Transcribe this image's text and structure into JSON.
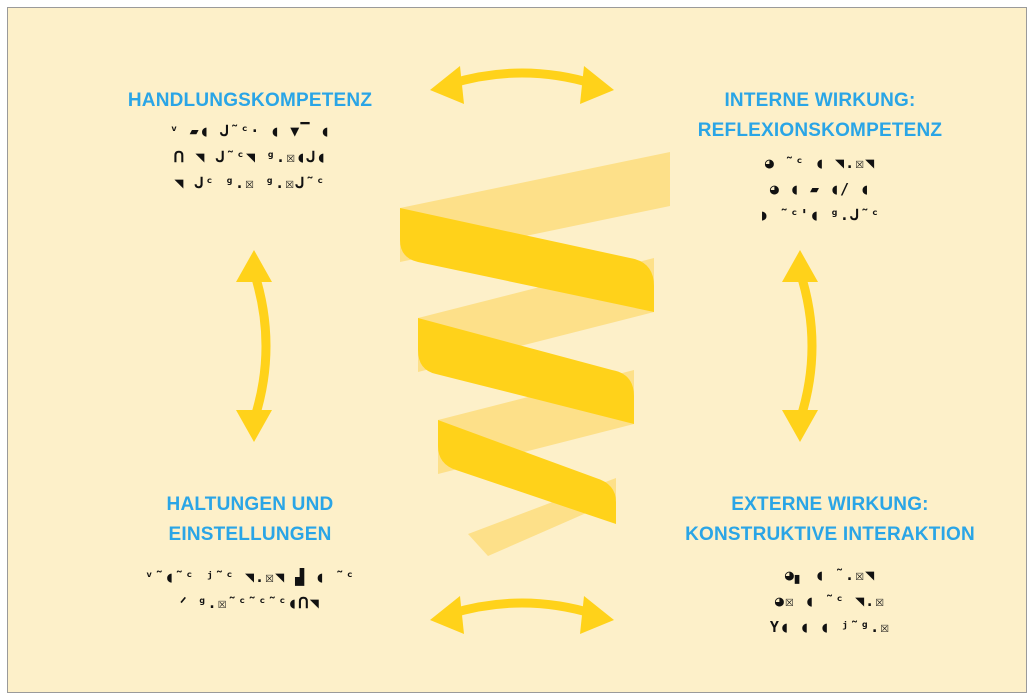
{
  "colors": {
    "background": "#fdf0c9",
    "heading": "#2aa5e6",
    "arrow": "#ffd21a",
    "spiral_front": "#ffd21a",
    "spiral_back": "#fde089"
  },
  "quadrants": {
    "top_left": {
      "heading": [
        "HANDLUNGSKOMPETENZ"
      ],
      "text": [
        "ᵛ ▰◖ ᒍ˜ᶜ·  ◖ ▼▔ ◖",
        "ᑎ  ◥ ᒍ˜ᶜ◥   ᵍ.☒◖ᒍ◖",
        "◥  ᒍᶜ   ᵍ.☒   ᵍ.☒ᒍ˜ᶜ"
      ]
    },
    "top_right": {
      "heading": [
        "INTERNE WIRKUNG:",
        "REFLEXIONSKOMPETENZ"
      ],
      "text": [
        "◕ ˜ᶜ ◖ ◥.☒◥",
        "◕ ◖ ▰  ◖/ ◖",
        "◗   ˜ᶜ'◖  ᵍ.ᒍ˜ᶜ"
      ]
    },
    "bottom_left": {
      "heading": [
        "HALTUNGEN UND",
        "EINSTELLUNGEN"
      ],
      "text": [
        "ᵛ˜◖˜ᶜ ʲ˜ᶜ ◥.☒◥ ▟ ◖ ˜ᶜ",
        "ᐟ ᵍ.☒˜ᶜ˜ᶜ˜ᶜ◖ᑎ◥"
      ]
    },
    "bottom_right": {
      "heading": [
        "EXTERNE WIRKUNG:",
        "KONSTRUKTIVE INTERAKTION"
      ],
      "text": [
        "◕▖ ◖ ˜.☒◥",
        "◕☒ ◖ ˜ᶜ ◥.☒",
        "Y◖ ◖ ◖ ʲ˜ᵍ.☒"
      ]
    }
  },
  "arrow_icon": "double-headed-arrow",
  "center_icon": "spiral-ribbon"
}
